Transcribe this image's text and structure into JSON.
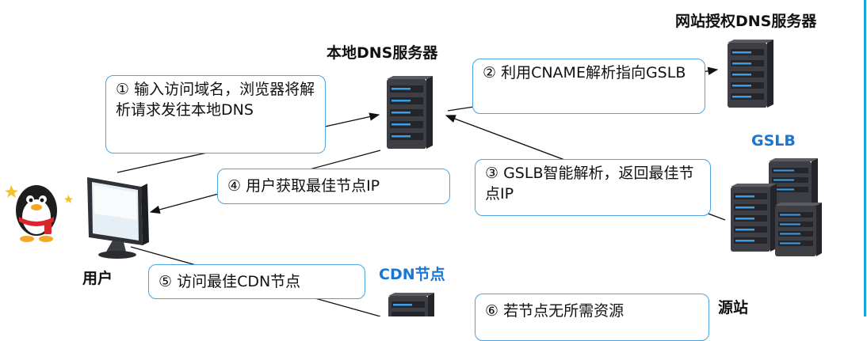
{
  "nodes": {
    "local_dns": "本地DNS服务器",
    "auth_dns": "网站授权DNS服务器",
    "gslb": "GSLB",
    "user": "用户",
    "cdn": "CDN节点",
    "origin": "源站"
  },
  "steps": {
    "s1": "① 输入访问域名，浏览器将解析请求发往本地DNS",
    "s2": "② 利用CNAME解析指向GSLB",
    "s3": "③ GSLB智能解析，返回最佳节点IP",
    "s4": "④ 用户获取最佳节点IP",
    "s5": "⑤ 访问最佳CDN节点",
    "s6": "⑥ 若节点无所需资源"
  },
  "colors": {
    "box_border": "#4aa3df",
    "blue_label": "#1a76d2",
    "right_rule": "#1aa3dc"
  },
  "icons": [
    "server-icon",
    "monitor-icon",
    "penguin-icon"
  ]
}
